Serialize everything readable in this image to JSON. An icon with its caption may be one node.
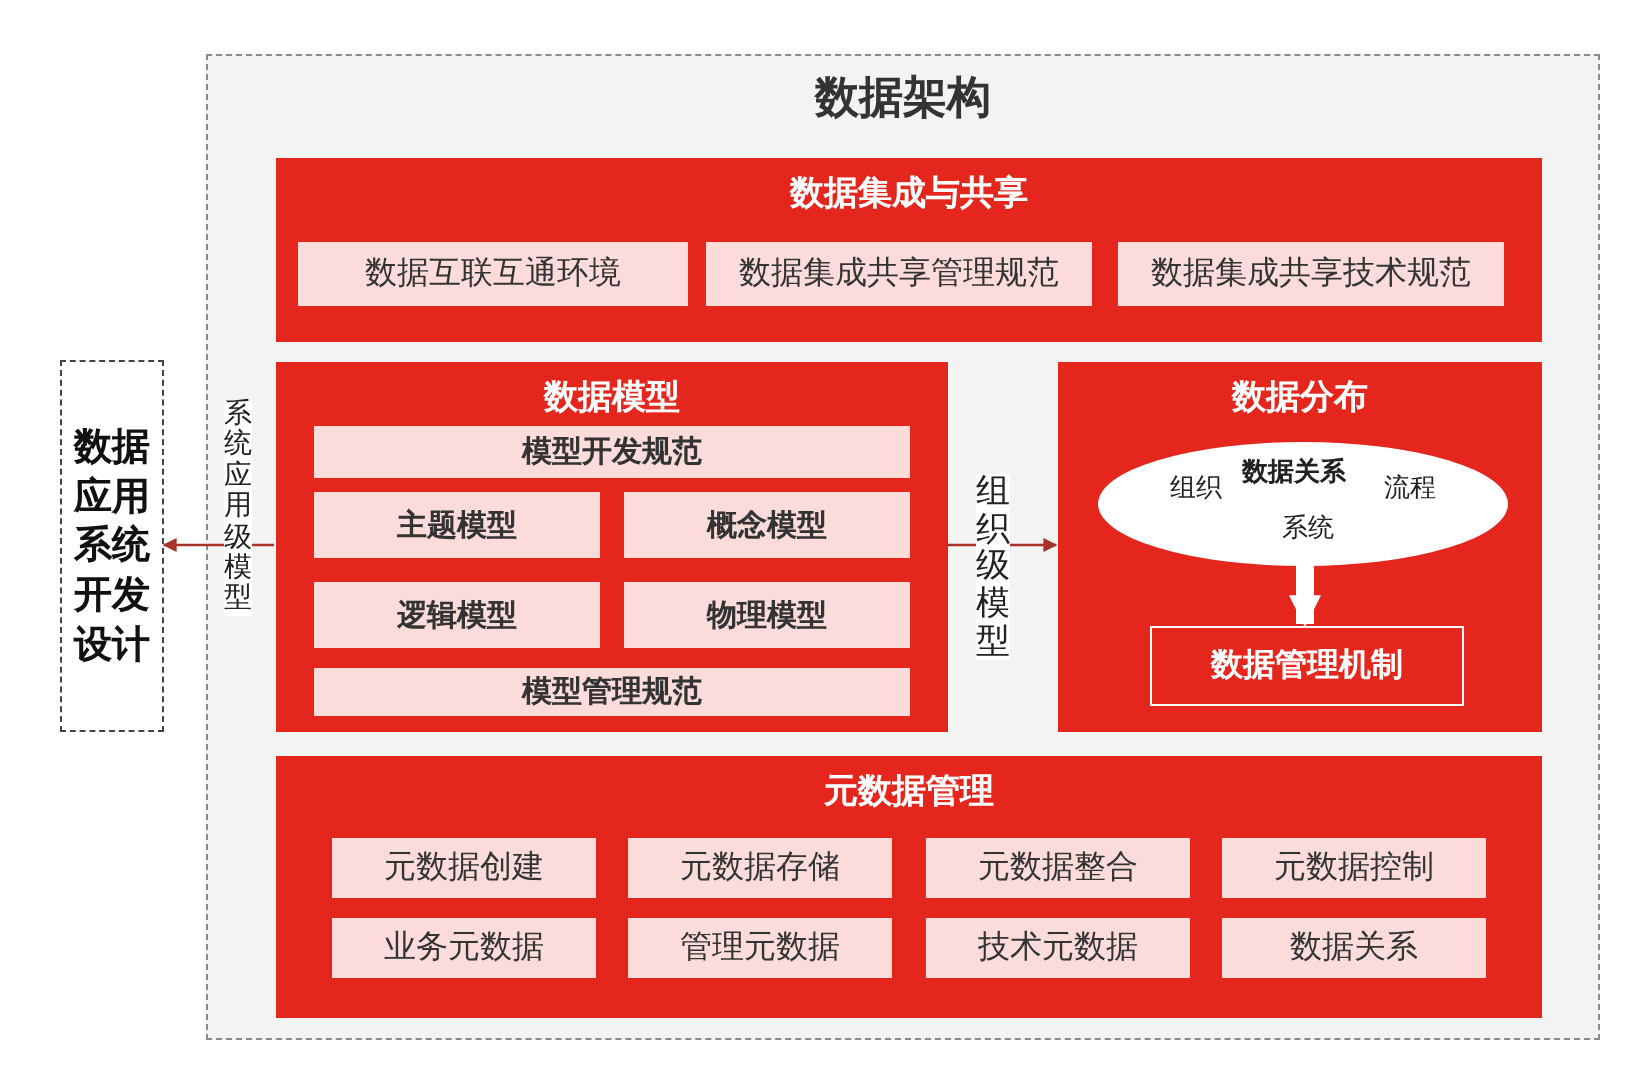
{
  "diagram": {
    "nodes": [
      {
        "text": [
          "数据架构"
        ]
      },
      {
        "text": [
          "数据集成与共享"
        ],
        "in": 0
      },
      {
        "text": [
          "数据互联互通环境"
        ],
        "in": 1
      },
      {
        "text": [
          "数据集成共享管理规范"
        ],
        "in": 1
      },
      {
        "text": [
          "数据集成共享技术规范"
        ],
        "in": 1
      },
      {
        "text": [
          "数据模型"
        ],
        "in": 0
      },
      {
        "text": [
          "模型开发规范"
        ],
        "in": 5
      },
      {
        "text": [
          "主题模型"
        ],
        "in": 5
      },
      {
        "text": [
          "概念模型"
        ],
        "in": 5
      },
      {
        "text": [
          "逻辑模型"
        ],
        "in": 5
      },
      {
        "text": [
          "物理模型"
        ],
        "in": 5
      },
      {
        "text": [
          "模型管理规范"
        ],
        "in": 5
      },
      {
        "text": [
          "数据分布"
        ],
        "in": 0
      },
      {
        "text": [
          "组织",
          "数据关系",
          "流程",
          "系统"
        ],
        "in": 12
      },
      {
        "text": [
          "数据管理机制"
        ],
        "in": 12
      },
      {
        "text": [
          "元数据管理"
        ],
        "in": 0
      },
      {
        "text": [
          "元数据创建"
        ],
        "in": 15
      },
      {
        "text": [
          "元数据存储"
        ],
        "in": 15
      },
      {
        "text": [
          "元数据整合"
        ],
        "in": 15
      },
      {
        "text": [
          "元数据控制"
        ],
        "in": 15
      },
      {
        "text": [
          "业务元数据"
        ],
        "in": 15
      },
      {
        "text": [
          "管理元数据"
        ],
        "in": 15
      },
      {
        "text": [
          "技术元数据"
        ],
        "in": 15
      },
      {
        "text": [
          "数据关系"
        ],
        "in": 15
      },
      {
        "text": [
          "数据应用系统开发设计"
        ]
      }
    ],
    "edges": [
      {
        "from": 5,
        "to": 24,
        "arrow": "to",
        "label": "系统应用级模型"
      },
      {
        "from": 5,
        "to": 12,
        "arrow": "to",
        "label": "组织级模型"
      },
      {
        "from": 13,
        "to": 14,
        "arrow": "to",
        "style": "thick",
        "color": "#ffffff"
      }
    ]
  }
}
